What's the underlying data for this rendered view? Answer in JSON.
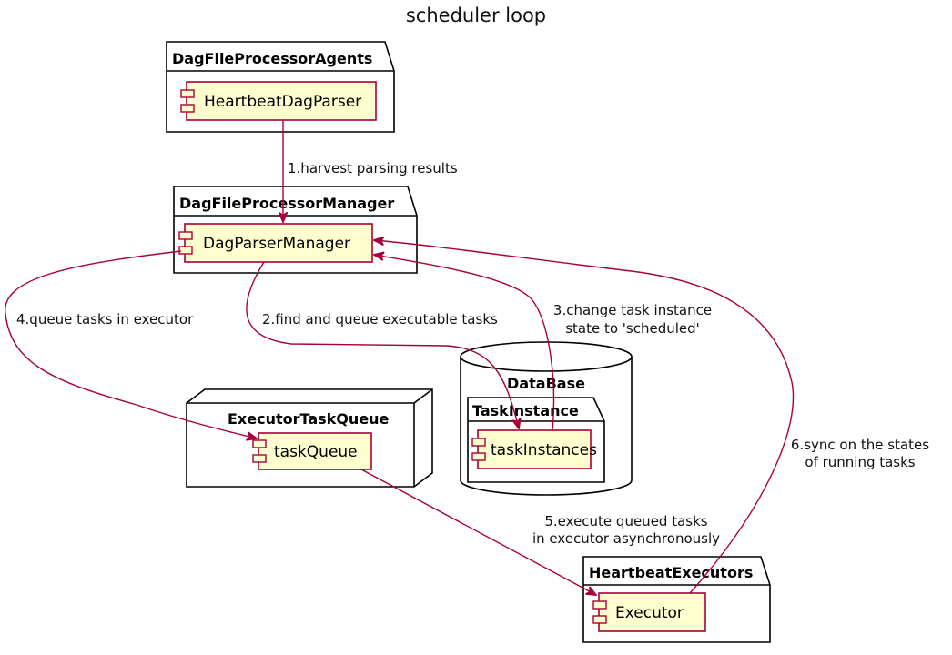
{
  "diagram": {
    "title": "scheduler loop",
    "containers": [
      {
        "id": "dagfileprocessoragents",
        "label": "DagFileProcessorAgents",
        "kind": "package"
      },
      {
        "id": "dagfileprocessormanager",
        "label": "DagFileProcessorManager",
        "kind": "package"
      },
      {
        "id": "executortaskqueue",
        "label": "ExecutorTaskQueue",
        "kind": "node"
      },
      {
        "id": "database",
        "label": "DataBase",
        "kind": "database"
      },
      {
        "id": "taskinstance",
        "label": "TaskInstance",
        "kind": "package"
      },
      {
        "id": "heartbeatexecutors",
        "label": "HeartbeatExecutors",
        "kind": "package"
      }
    ],
    "components": [
      {
        "id": "heartbeatdagparser",
        "label": "HeartbeatDagParser"
      },
      {
        "id": "dagparsermanager",
        "label": "DagParserManager"
      },
      {
        "id": "taskqueue",
        "label": "taskQueue"
      },
      {
        "id": "taskinstances",
        "label": "taskInstances"
      },
      {
        "id": "executor",
        "label": "Executor"
      }
    ],
    "edges": [
      {
        "id": "e1",
        "from": "heartbeatdagparser",
        "to": "dagparsermanager",
        "lines": [
          "1.harvest parsing results"
        ]
      },
      {
        "id": "e2",
        "from": "dagparsermanager",
        "to": "taskinstances",
        "lines": [
          "2.find and queue executable tasks"
        ]
      },
      {
        "id": "e3",
        "from": "taskinstances",
        "to": "dagparsermanager",
        "lines": [
          "3.change task instance",
          "state to 'scheduled'"
        ]
      },
      {
        "id": "e4",
        "from": "dagparsermanager",
        "to": "taskqueue",
        "lines": [
          "4.queue tasks in executor"
        ]
      },
      {
        "id": "e5",
        "from": "taskqueue",
        "to": "executor",
        "lines": [
          "5.execute queued tasks",
          "in executor asynchronously"
        ]
      },
      {
        "id": "e6",
        "from": "executor",
        "to": "dagparsermanager",
        "lines": [
          "6.sync on the states",
          "of running tasks"
        ]
      }
    ],
    "colors": {
      "component_fill": "#FEFECE",
      "component_border": "#A80036",
      "edge": "#A80036",
      "frame_border": "#000000"
    }
  }
}
